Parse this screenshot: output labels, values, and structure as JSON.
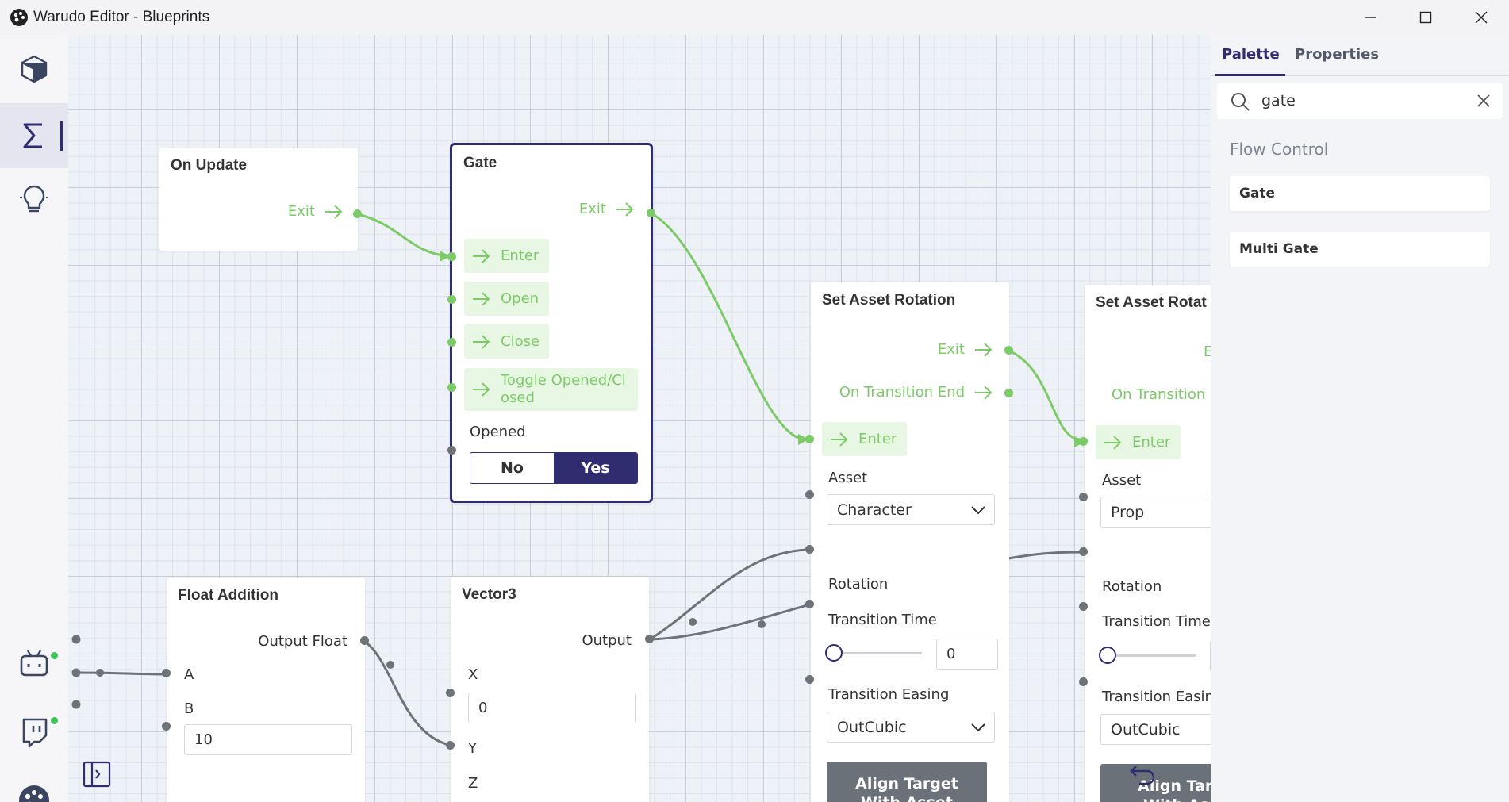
{
  "window": {
    "title": "Warudo Editor - Blueprints"
  },
  "panel": {
    "tabs": [
      {
        "label": "Palette"
      },
      {
        "label": "Properties"
      }
    ],
    "search": {
      "value": "gate"
    },
    "section": "Flow Control",
    "items": [
      {
        "label": "Gate"
      },
      {
        "label": "Multi Gate"
      }
    ]
  },
  "nodes": {
    "on_update": {
      "title": "On Update",
      "exit": "Exit"
    },
    "gate": {
      "title": "Gate",
      "exit": "Exit",
      "inputs": [
        "Enter",
        "Open",
        "Close",
        "Toggle Opened/Cl osed"
      ],
      "opened_label": "Opened",
      "no": "No",
      "yes": "Yes"
    },
    "set_rot_1": {
      "title": "Set Asset Rotation",
      "exit": "Exit",
      "on_transition_end": "On Transition End",
      "enter": "Enter",
      "asset_label": "Asset",
      "asset_value": "Character",
      "rotation_label": "Rotation",
      "transition_time_label": "Transition Time",
      "transition_time_value": "0",
      "easing_label": "Transition Easing",
      "easing_value": "OutCubic",
      "align_button": "Align Target With Asset"
    },
    "set_rot_2": {
      "title": "Set Asset Rotat",
      "exit": "E",
      "on_transition_end": "On Transition E",
      "enter": "Enter",
      "asset_label": "Asset",
      "asset_value": "Prop",
      "rotation_label": "Rotation",
      "transition_time_label": "Transition Time",
      "easing_label": "Transition Easin",
      "easing_value": "OutCubic",
      "align_button": "Align Targ With Ass"
    },
    "float_add": {
      "title": "Float Addition",
      "output": "Output Float",
      "a": "A",
      "b": "B",
      "b_value": "10"
    },
    "vector3": {
      "title": "Vector3",
      "output": "Output",
      "x": "X",
      "x_value": "0",
      "y": "Y",
      "z": "Z"
    }
  },
  "colors": {
    "accent": "#2f2c70",
    "flow": "#7ccb68",
    "data_port": "#6d7379"
  },
  "icons": [
    "app-icon",
    "minimize-icon",
    "maximize-icon",
    "close-icon",
    "cube-icon",
    "sigma-icon",
    "lightbulb-icon",
    "bot-icon",
    "twitch-icon",
    "palette-icon",
    "sidebar-toggle-icon",
    "search-icon",
    "clear-icon",
    "undo-icon"
  ]
}
